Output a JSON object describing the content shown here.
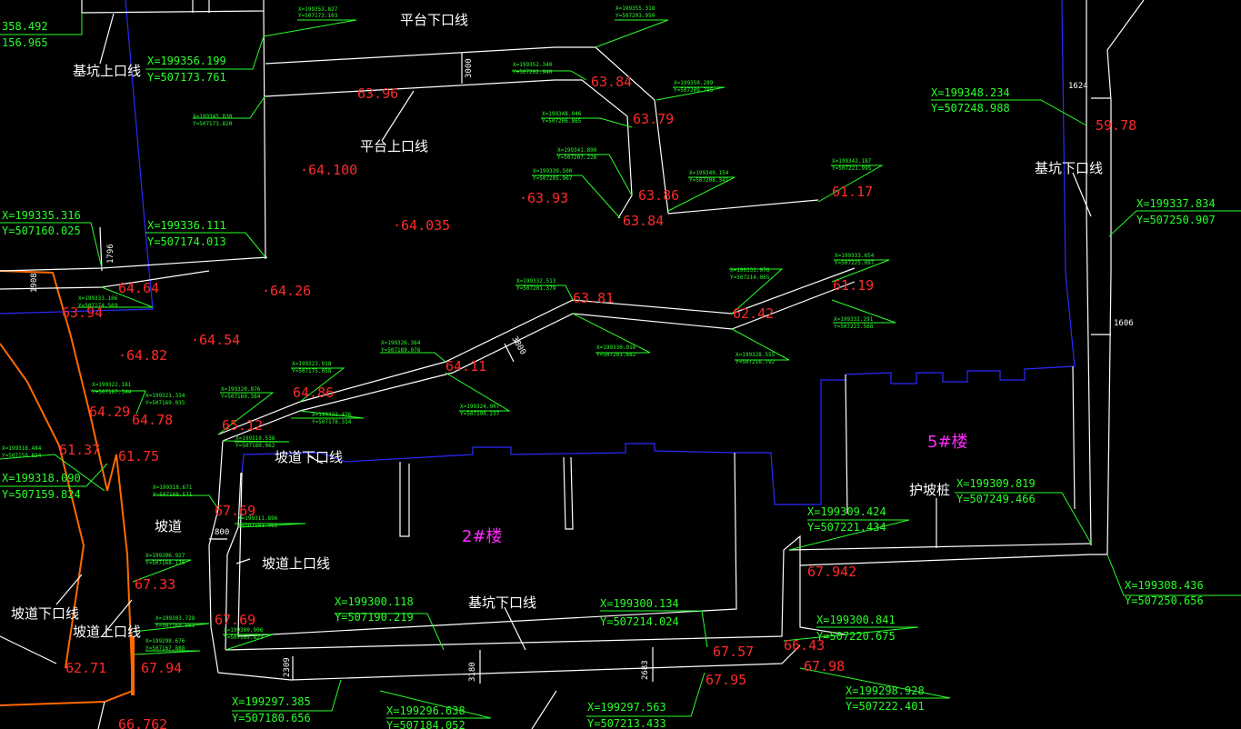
{
  "colors": {
    "background": "#000000",
    "line_white": "#ffffff",
    "line_blue": "#2a2aff",
    "line_green": "#28ff28",
    "line_orange": "#ff6a00",
    "elev_red": "#ff2a2a",
    "building_magenta": "#ff2aff"
  },
  "buildings": {
    "b2": "2#楼",
    "b5": "5#楼"
  },
  "line_labels": {
    "platform_lower_top": "平台下口线",
    "platform_upper": "平台上口线",
    "pit_upper_top": "基坑上口线",
    "pit_lower_right": "基坑下口线",
    "ramp_lower_mid": "坡道下口线",
    "ramp": "坡道",
    "ramp_upper_mid": "坡道上口线",
    "pit_lower_bottom": "基坑下口线",
    "ramp_lower_left": "坡道下口线",
    "ramp_upper_left": "坡道上口线",
    "retaining_pile": "护坡桩"
  },
  "dimensions": {
    "d3000": "3000",
    "d1796": "1796",
    "d1908": "1908",
    "d1624": "1624",
    "d1606": "1606",
    "d3800": "3800",
    "d800": "800",
    "d2309": "2309",
    "d3180": "3180",
    "d2683": "2683"
  },
  "elevations": {
    "e1": "63.96",
    "e2": "63.84",
    "e3": "63.79",
    "e4": "·64.100",
    "e5": "·63.93",
    "e6": "63.86",
    "e7": "63.84",
    "e8": "61.17",
    "e9": "·64.035",
    "e10": "59.78",
    "e11": "64.64",
    "e12": "63.94",
    "e13": "·64.26",
    "e14": "63.81",
    "e15": "62.42",
    "e16": "61.19",
    "e17": "·64.82",
    "e18": "·64.54",
    "e19": "64.11",
    "e20": "64.86",
    "e21": "64.29",
    "e22": "64.78",
    "e23": "65.12",
    "e24": "61.37",
    "e25": "61.75",
    "e26": "67.69",
    "e27": "67.33",
    "e28": "67.69",
    "e29": "62.71",
    "e30": "67.94",
    "e31": "66.762",
    "e32": "67.942",
    "e33": "67.57",
    "e34": "67.95",
    "e35": "66.43",
    "e36": "67.98"
  },
  "coords": {
    "c1x": "X=199356.199",
    "c1y": "Y=507173.761",
    "c2x": "X=199348.234",
    "c2y": "Y=507248.988",
    "c3x": "X=199335.316",
    "c3y": "Y=507160.025",
    "c4x": "X=199336.111",
    "c4y": "Y=507174.013",
    "c5x": "X=199337.834",
    "c5y": "Y=507250.907",
    "c6x": "X=199309.819",
    "c6y": "Y=507249.466",
    "c7x": "X=199309.424",
    "c7y": "Y=507221.434",
    "c8x": "X=199308.436",
    "c8y": "Y=507250.656",
    "c9x": "X=199300.118",
    "c9y": "Y=507190.219",
    "c10x": "X=199300.134",
    "c10y": "Y=507214.024",
    "c11x": "X=199300.841",
    "c11y": "Y=507220.675",
    "c12x": "X=199298.928",
    "c12y": "Y=507222.401",
    "c13x": "X=199297.385",
    "c13y": "Y=507180.656",
    "c14x": "X=199296.638",
    "c14y": "Y=507184.052",
    "c15x": "X=199297.563",
    "c15y": "Y=507213.433",
    "c16x": "X=199318.090",
    "c16y": "Y=507159.824",
    "c17a": "358.492",
    "c17b": "156.965"
  },
  "small_coords": {
    "s1x": "X=199353.827",
    "s1y": "Y=507173.103",
    "s2x": "X=199355.318",
    "s2y": "Y=507203.950",
    "s3x": "X=199352.340",
    "s3y": "Y=507202.940",
    "s4x": "X=199350.289",
    "s4y": "Y=507209.785",
    "s5x": "X=199348.046",
    "s5y": "Y=507206.865",
    "s6x": "X=199345.830",
    "s6y": "Y=507173.820",
    "s7x": "X=199341.890",
    "s7y": "Y=507207.226",
    "s8x": "X=199339.500",
    "s8y": "Y=507205.967",
    "s9x": "X=199340.154",
    "s9y": "Y=507208.341",
    "s10x": "X=199342.187",
    "s10y": "Y=507221.995",
    "s11x": "X=199332.513",
    "s11y": "Y=507201.379",
    "s12x": "X=199331.976",
    "s12y": "Y=507214.065",
    "s13x": "X=199333.654",
    "s13y": "Y=507225.097",
    "s14x": "X=199330.916",
    "s14y": "Y=507201.682",
    "s15x": "X=199328.555",
    "s15y": "Y=507216.792",
    "s16x": "X=199332.291",
    "s16y": "Y=507223.568",
    "s17x": "X=199333.106",
    "s17y": "Y=507174.569",
    "s18x": "X=199326.364",
    "s18y": "Y=507189.076",
    "s19x": "X=199323.918",
    "s19y": "Y=507175.058",
    "s20x": "X=199324.907",
    "s20y": "Y=507190.237",
    "s21x": "X=199322.181",
    "s21y": "Y=507167.344",
    "s22x": "X=199321.334",
    "s22y": "Y=507169.035",
    "s23x": "X=199320.876",
    "s23y": "Y=507169.384",
    "s24x": "X=199322.476",
    "s24y": "Y=507178.314",
    "s25x": "X=199319.538",
    "s25y": "Y=507180.062",
    "s26x": "X=199318.671",
    "s26y": "Y=507169.571",
    "s27x": "X=199311.896",
    "s27y": "Y=507181.961",
    "s28x": "X=199306.927",
    "s28y": "Y=507168.176",
    "s29x": "X=199303.728",
    "s29y": "Y=507168.561",
    "s30x": "X=199300.906",
    "s30y": "Y=507169.823",
    "s31x": "X=199298.676",
    "s31y": "Y=507167.888",
    "s32x": "X=199318.484",
    "s32y": "Y=507159.824"
  }
}
